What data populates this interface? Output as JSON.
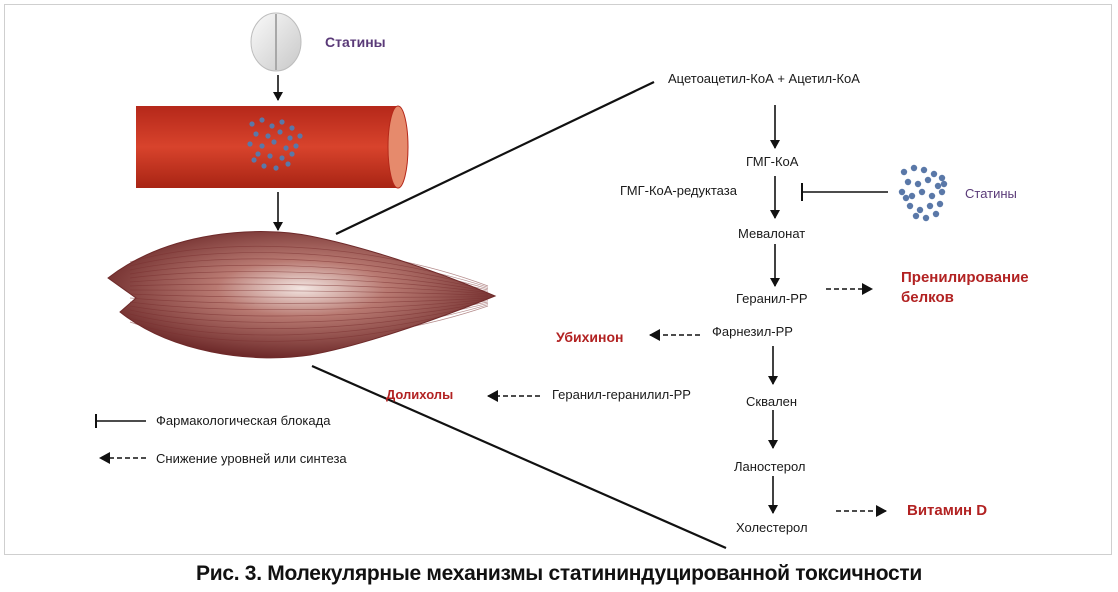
{
  "statins_top": "Статины",
  "statins_right": "Статины",
  "pathway": {
    "acetoacetyl": "Ацетоацетил-КоА + Ацетил-КоА",
    "hmg_coa": "ГМГ-КоА",
    "hmg_reductase": "ГМГ-КоА-редуктаза",
    "mevalonate": "Мевалонат",
    "geranyl_pp": "Геранил-PP",
    "farnesyl_pp": "Фарнезил-PP",
    "geranylgeranyl_pp": "Геранил-геранилил-PP",
    "squalene": "Сквален",
    "lanosterol": "Ланостерол",
    "cholesterol": "Холестерол"
  },
  "products": {
    "prenylation_line1": "Пренилирование",
    "prenylation_line2": "белков",
    "ubiquinone": "Убихинон",
    "dolichols": "Долихолы",
    "vitamin_d": "Витамин D"
  },
  "legend": {
    "blockade": "Фармакологическая блокада",
    "decrease": "Снижение уровней или синтеза"
  },
  "caption": "Рис. 3. Молекулярные механизмы статининдуцированной токсичности",
  "colors": {
    "statin_label": "#5a3a78",
    "product_label": "#b22222",
    "vessel": "#c8321e",
    "muscle": "#8a3a3a",
    "dots": "#5a78a8"
  }
}
